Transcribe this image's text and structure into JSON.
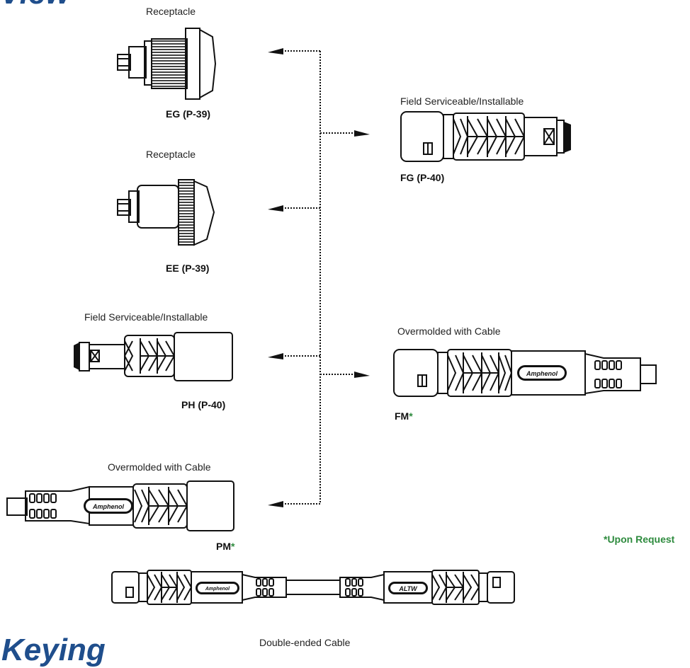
{
  "headers": {
    "top": "View",
    "bottom": "Keying"
  },
  "items": [
    {
      "id": "eg",
      "caption": "Receptacle",
      "code": "EG (P-39)",
      "star": ""
    },
    {
      "id": "ee",
      "caption": "Receptacle",
      "code": "EE (P-39)",
      "star": ""
    },
    {
      "id": "ph",
      "caption": "Field Serviceable/Installable",
      "code": "PH  (P-40)",
      "star": ""
    },
    {
      "id": "pm",
      "caption": "Overmolded with Cable",
      "code": "PM",
      "star": "*"
    },
    {
      "id": "fg",
      "caption": "Field Serviceable/Installable",
      "code": "FG  (P-40)",
      "star": ""
    },
    {
      "id": "fm",
      "caption": "Overmolded with Cable",
      "code": "FM",
      "star": "*"
    },
    {
      "id": "double",
      "caption": "Double-ended Cable"
    }
  ],
  "logos": {
    "amphenol": "Amphenol",
    "altw": "ALTW"
  },
  "note": "*Upon Request",
  "colors": {
    "heading": "#1f4e8c",
    "highlight": "#2e8b3e",
    "line": "#111111"
  }
}
